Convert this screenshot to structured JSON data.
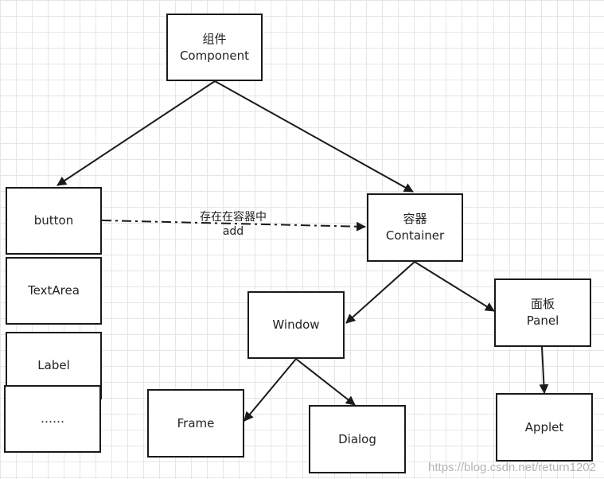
{
  "nodes": {
    "component": {
      "line1": "组件",
      "line2": "Component"
    },
    "container": {
      "line1": "容器",
      "line2": "Container"
    },
    "button": {
      "line1": "button"
    },
    "textarea": {
      "line1": "TextArea"
    },
    "label": {
      "line1": "Label"
    },
    "ellipsis": {
      "line1": "……"
    },
    "window": {
      "line1": "Window"
    },
    "panel": {
      "line1": "面板",
      "line2": "Panel"
    },
    "frame": {
      "line1": "Frame"
    },
    "dialog": {
      "line1": "Dialog"
    },
    "applet": {
      "line1": "Applet"
    }
  },
  "edge_label": {
    "line1": "存在在容器中",
    "line2": "add"
  },
  "watermark": "https://blog.csdn.net/return1202",
  "colors": {
    "stroke": "#1a1a1a",
    "grid": "#e6e6e6",
    "background": "#ffffff"
  }
}
